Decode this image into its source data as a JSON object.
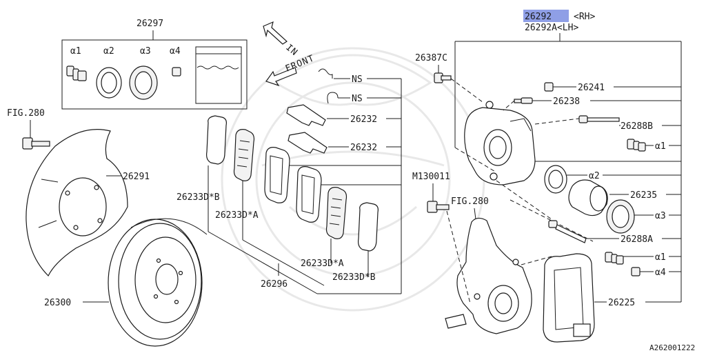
{
  "title_block": {
    "part_rh": "26292",
    "part_rh_suffix": "<RH>",
    "part_lh": "26292A<LH>"
  },
  "direction_labels": {
    "in": "IN",
    "front": "FRONT"
  },
  "kit_box": {
    "label": "26297",
    "items": [
      "α1",
      "α2",
      "α3",
      "α4"
    ]
  },
  "callouts": {
    "fig280_top": "FIG.280",
    "fig280_mid": "FIG.280",
    "p26291": "26291",
    "p26300": "26300",
    "p26233DB_left": "26233D*B",
    "p26233DA_left": "26233D*A",
    "p26233DA_right": "26233D*A",
    "p26233DB_right": "26233D*B",
    "p26296": "26296",
    "ns1": "NS",
    "ns2": "NS",
    "p26232_1": "26232",
    "p26232_2": "26232",
    "p26387C": "26387C",
    "pM130011": "M130011",
    "p26241": "26241",
    "p26238": "26238",
    "p26288B": "26288B",
    "a1_top": "α1",
    "a2": "α2",
    "p26235": "26235",
    "a3": "α3",
    "p26288A": "26288A",
    "a1_bottom": "α1",
    "a4": "α4",
    "p26225": "26225"
  },
  "footer": {
    "drawing_number": "A262001222"
  },
  "colors": {
    "line": "#1a1a1a",
    "highlight": "#8f9fe6",
    "watermark": "#e8e8e8"
  }
}
